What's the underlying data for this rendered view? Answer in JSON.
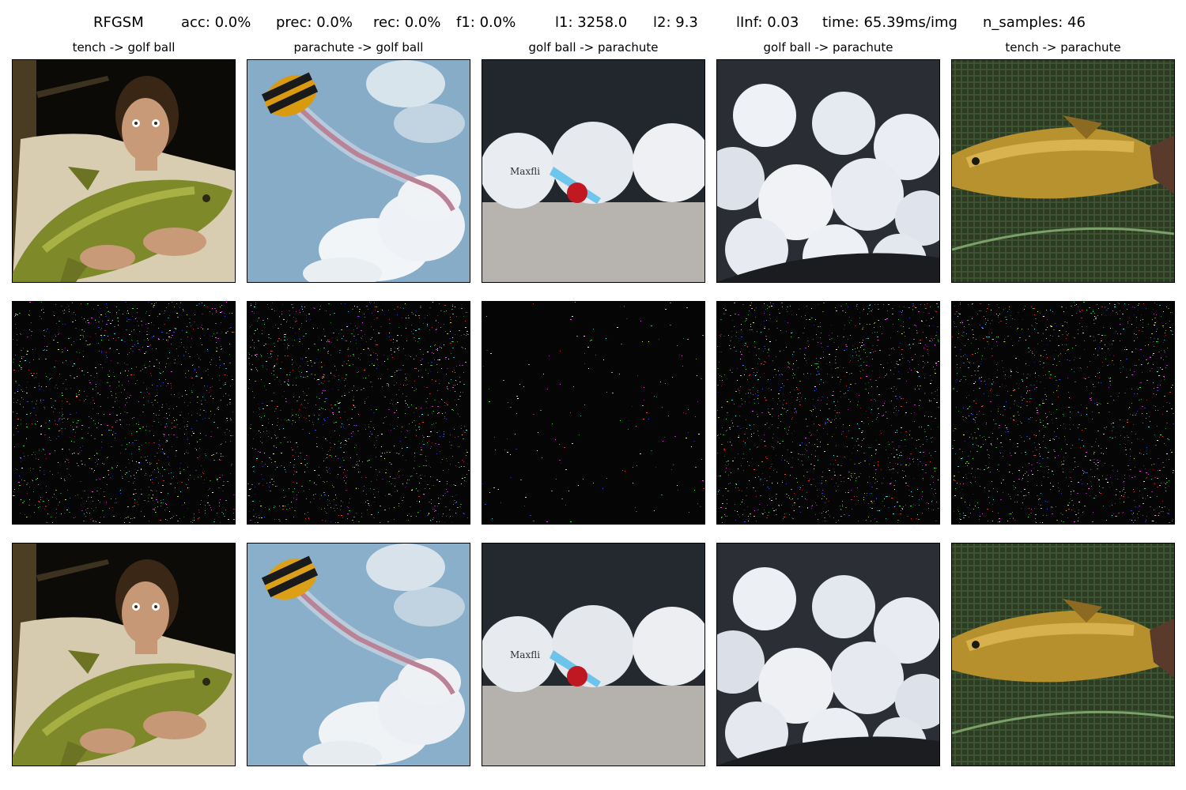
{
  "header": {
    "metrics": [
      {
        "text": "RFGSM"
      },
      {
        "text": "acc: 0.0%"
      },
      {
        "text": "prec: 0.0%"
      },
      {
        "text": "rec: 0.0%"
      },
      {
        "text": "f1: 0.0%"
      },
      {
        "text": "l1: 3258.0"
      },
      {
        "text": "l2: 9.3"
      },
      {
        "text": "lInf: 0.03"
      },
      {
        "text": "time: 65.39ms/img"
      },
      {
        "text": "n_samples: 46"
      }
    ]
  },
  "columns": [
    {
      "title": "tench -> golf ball",
      "scene": "tench-man"
    },
    {
      "title": "parachute -> golf ball",
      "scene": "parachute"
    },
    {
      "title": "golf ball -> parachute",
      "scene": "golf-tee"
    },
    {
      "title": "golf ball -> parachute",
      "scene": "golf-bucket"
    },
    {
      "title": "tench -> parachute",
      "scene": "tench-net"
    }
  ],
  "rows": [
    {
      "kind": "original"
    },
    {
      "kind": "perturbation"
    },
    {
      "kind": "adversarial"
    }
  ],
  "palette": {
    "noise_colors": [
      "#ff3030",
      "#30ff30",
      "#3050ff",
      "#ffffff",
      "#ff40ff",
      "#40ffff",
      "#ffff40"
    ]
  }
}
